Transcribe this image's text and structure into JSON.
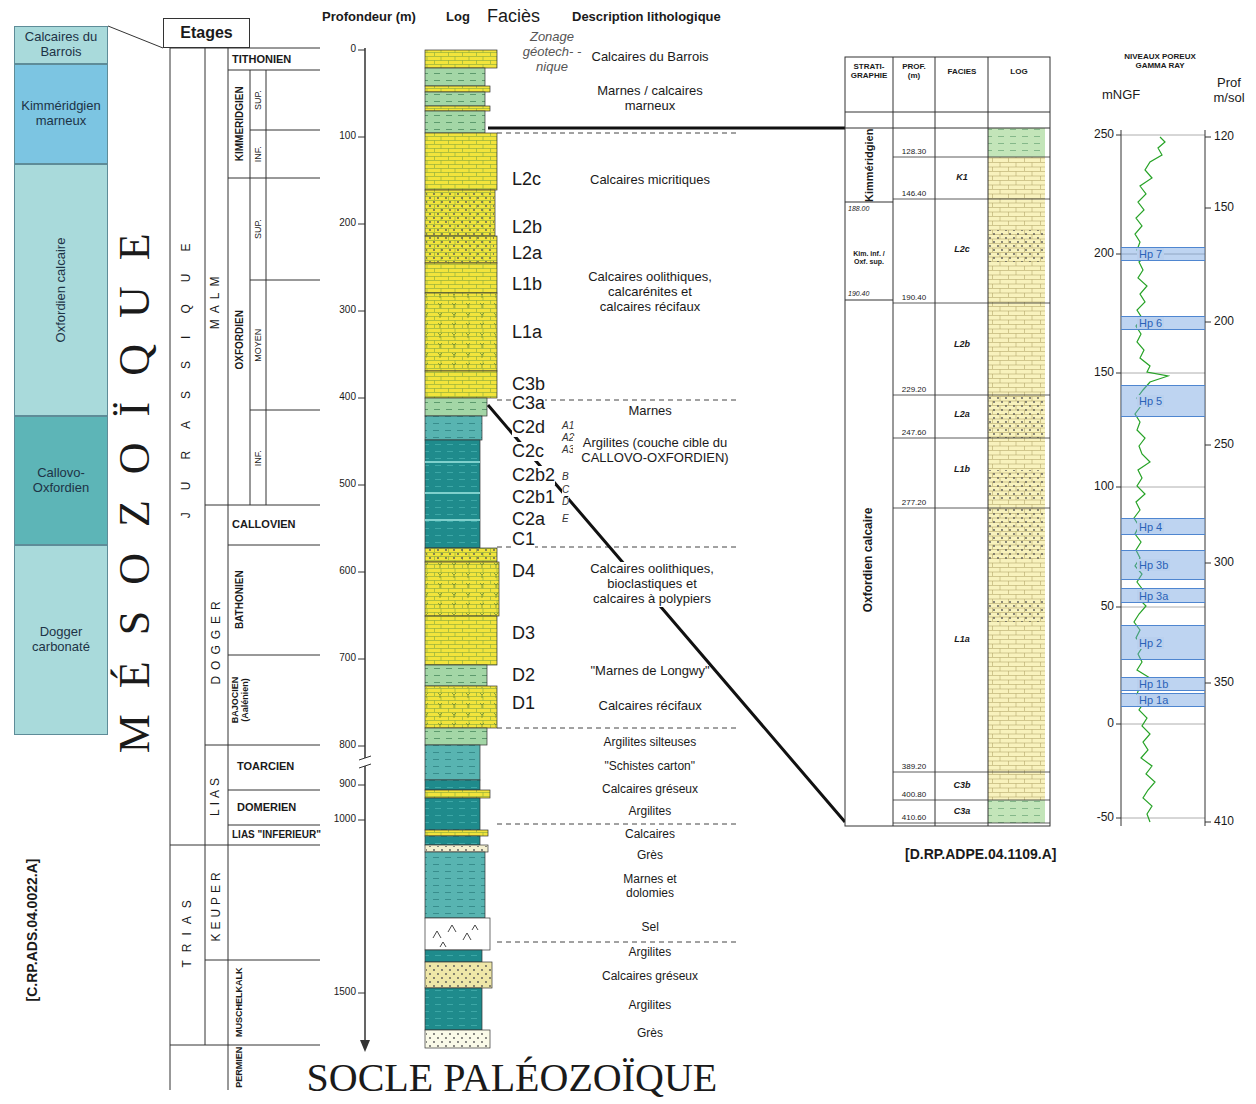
{
  "diagram": {
    "nodes": [
      {
        "text": [
          "Calcaires du Barrois"
        ]
      },
      {
        "text": [
          "Kimméridgien marneux"
        ]
      },
      {
        "text": [
          "Oxfordien calcaire"
        ]
      },
      {
        "text": [
          "Callovo-Oxfordien"
        ]
      },
      {
        "text": [
          "Dogger carbonaté"
        ]
      },
      {
        "text": [
          "Etages"
        ]
      },
      {
        "text": [
          "Hp 7"
        ]
      },
      {
        "text": [
          "Hp 6"
        ]
      },
      {
        "text": [
          "Hp 5"
        ]
      },
      {
        "text": [
          "Hp 4"
        ]
      },
      {
        "text": [
          "Hp 3b"
        ]
      },
      {
        "text": [
          "Hp 3a"
        ]
      },
      {
        "text": [
          "Hp 2"
        ]
      },
      {
        "text": [
          "Hp 1b"
        ]
      },
      {
        "text": [
          "Hp 1a"
        ]
      }
    ],
    "labels": [
      "MÉSOZOÏQUE",
      "JURASSIQUE",
      "TRIAS",
      "MALM",
      "DOGGER",
      "LIAS",
      "KEUPER",
      "TITHONIEN",
      "KIMMERIDGIEN",
      "SUP.",
      "INF.",
      "OXFORDIEN",
      "SUP.",
      "MOYEN",
      "INF.",
      "CALLOVIEN",
      "BATHONIEN",
      "BAJOCIEN (Aalénien)",
      "TOARCIEN",
      "DOMERIEN",
      "LIAS \"INFERIEUR\"",
      "MUSCHELKALK",
      "PERMIEN",
      "Profondeur (m)",
      "Log",
      "Faciès",
      "Description lithologique",
      "Zonage géotech- -nique",
      "0",
      "100",
      "200",
      "300",
      "400",
      "500",
      "600",
      "700",
      "800",
      "900",
      "1000",
      "1500",
      "L2c",
      "L2b",
      "L2a",
      "L1b",
      "L1a",
      "C3b",
      "C3a",
      "C2d",
      "C2c",
      "C2b2",
      "C2b1",
      "C2a",
      "C1",
      "D4",
      "D3",
      "D2",
      "D1",
      "A1",
      "A2",
      "A3",
      "B",
      "C",
      "D",
      "E",
      "Calcaires du Barrois",
      "Marnes / calcaires marneux",
      "Calcaires micritiques",
      "Calcaires oolithiques, calcarénites et calcaires récifaux",
      "Marnes",
      "Argilites (couche cible du CALLOVO-OXFORDIEN)",
      "Calcaires oolithiques, bioclastiques et calcaires à polypiers",
      "\"Marnes de Longwy\"",
      "Calcaires récifaux",
      "Argilites silteuses",
      "\"Schistes carton\"",
      "Calcaires gréseux",
      "Argilites",
      "Calcaires",
      "Grès",
      "Marnes et dolomies",
      "Sel",
      "Argilites",
      "Calcaires gréseux",
      "Argilites",
      "Grès",
      "SOCLE PALÉOZOÏQUE",
      "[C.RP.ADS.04.0022.A]",
      "STRATI- GRAPHIE",
      "PROF. (m)",
      "FACIES",
      "LOG",
      "Kimméridgien",
      "188.00",
      "Kim. inf. / Oxf. sup.",
      "190.40",
      "Oxfordien calcaire",
      "128.30",
      "146.40",
      "190.40",
      "229.20",
      "247.60",
      "277.20",
      "389.20",
      "400.80",
      "410.60",
      "K1",
      "L2c",
      "L2b",
      "L2a",
      "L1b",
      "L1a",
      "C3b",
      "C3a",
      "NIVEAUX POREUX GAMMA RAY",
      "mNGF",
      "Prof m/sol",
      "250",
      "200",
      "150",
      "100",
      "50",
      "0",
      "-50",
      "120",
      "150",
      "200",
      "250",
      "300",
      "350",
      "410",
      "[D.RP.ADPE.04.1109.A]"
    ]
  }
}
